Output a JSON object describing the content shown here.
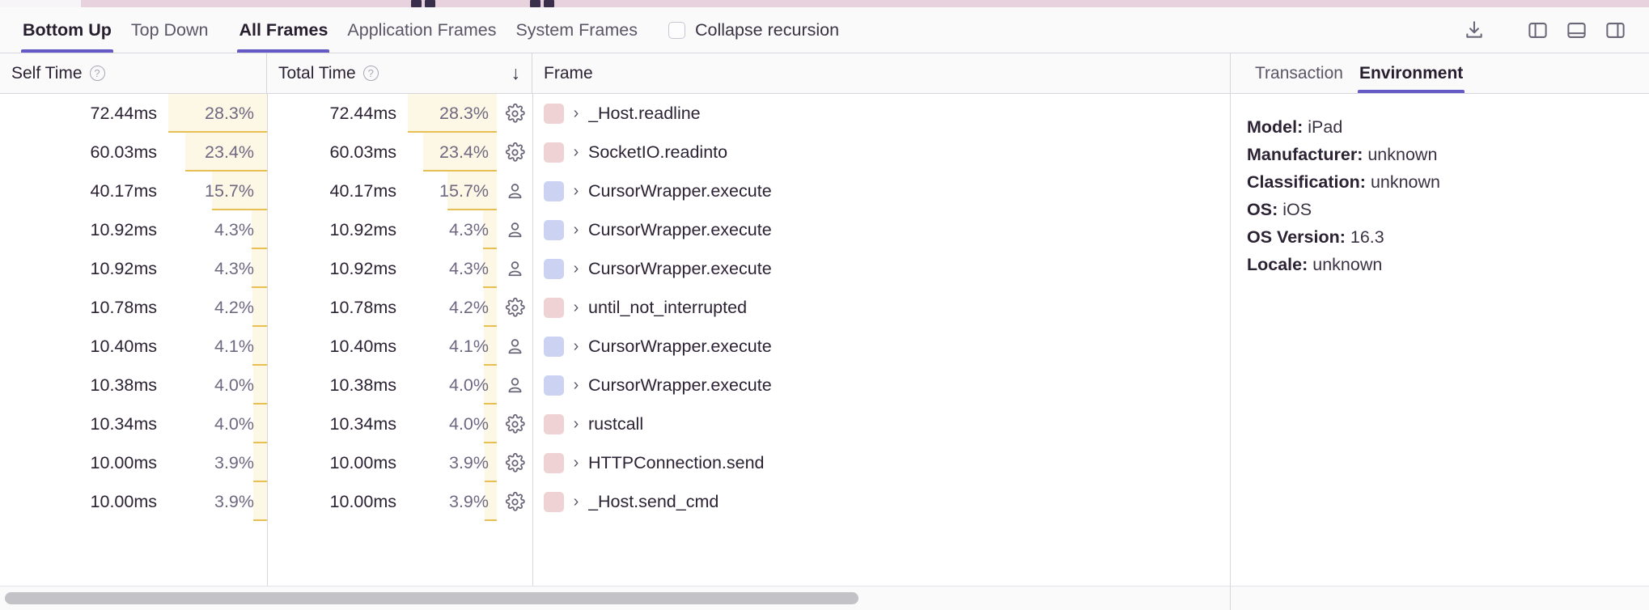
{
  "toolbar": {
    "tabs_view": [
      {
        "label": "Bottom Up",
        "active": true
      },
      {
        "label": "Top Down",
        "active": false
      }
    ],
    "tabs_scope": [
      {
        "label": "All Frames",
        "active": true
      },
      {
        "label": "Application Frames",
        "active": false
      },
      {
        "label": "System Frames",
        "active": false
      }
    ],
    "collapse_recursion": {
      "label": "Collapse recursion",
      "checked": false
    },
    "icons": [
      {
        "name": "download-icon"
      },
      {
        "name": "panel-left-icon"
      },
      {
        "name": "panel-bottom-icon"
      },
      {
        "name": "panel-right-icon"
      }
    ]
  },
  "table": {
    "columns": [
      {
        "key": "self_time",
        "label": "Self Time",
        "has_help": true,
        "sorted": false
      },
      {
        "key": "total_time",
        "label": "Total Time",
        "has_help": true,
        "sorted": true,
        "sort_dir": "↓"
      },
      {
        "key": "frame",
        "label": "Frame",
        "has_help": false,
        "sorted": false
      }
    ],
    "rows": [
      {
        "self_time": "72.44ms",
        "self_pct": "28.3%",
        "self_pct_value": 28.3,
        "total_time": "72.44ms",
        "total_pct": "28.3%",
        "total_pct_value": 28.3,
        "kind": "system",
        "kind_icon": "gear-icon",
        "swatch": "#eed2d4",
        "frame": "_Host.readline"
      },
      {
        "self_time": "60.03ms",
        "self_pct": "23.4%",
        "self_pct_value": 23.4,
        "total_time": "60.03ms",
        "total_pct": "23.4%",
        "total_pct_value": 23.4,
        "kind": "system",
        "kind_icon": "gear-icon",
        "swatch": "#eed2d4",
        "frame": "SocketIO.readinto"
      },
      {
        "self_time": "40.17ms",
        "self_pct": "15.7%",
        "self_pct_value": 15.7,
        "total_time": "40.17ms",
        "total_pct": "15.7%",
        "total_pct_value": 15.7,
        "kind": "application",
        "kind_icon": "person-icon",
        "swatch": "#ccd3f2",
        "frame": "CursorWrapper.execute"
      },
      {
        "self_time": "10.92ms",
        "self_pct": "4.3%",
        "self_pct_value": 4.3,
        "total_time": "10.92ms",
        "total_pct": "4.3%",
        "total_pct_value": 4.3,
        "kind": "application",
        "kind_icon": "person-icon",
        "swatch": "#ccd3f2",
        "frame": "CursorWrapper.execute"
      },
      {
        "self_time": "10.92ms",
        "self_pct": "4.3%",
        "self_pct_value": 4.3,
        "total_time": "10.92ms",
        "total_pct": "4.3%",
        "total_pct_value": 4.3,
        "kind": "application",
        "kind_icon": "person-icon",
        "swatch": "#ccd3f2",
        "frame": "CursorWrapper.execute"
      },
      {
        "self_time": "10.78ms",
        "self_pct": "4.2%",
        "self_pct_value": 4.2,
        "total_time": "10.78ms",
        "total_pct": "4.2%",
        "total_pct_value": 4.2,
        "kind": "system",
        "kind_icon": "gear-icon",
        "swatch": "#eed2d4",
        "frame": "until_not_interrupted"
      },
      {
        "self_time": "10.40ms",
        "self_pct": "4.1%",
        "self_pct_value": 4.1,
        "total_time": "10.40ms",
        "total_pct": "4.1%",
        "total_pct_value": 4.1,
        "kind": "application",
        "kind_icon": "person-icon",
        "swatch": "#ccd3f2",
        "frame": "CursorWrapper.execute"
      },
      {
        "self_time": "10.38ms",
        "self_pct": "4.0%",
        "self_pct_value": 4.0,
        "total_time": "10.38ms",
        "total_pct": "4.0%",
        "total_pct_value": 4.0,
        "kind": "application",
        "kind_icon": "person-icon",
        "swatch": "#ccd3f2",
        "frame": "CursorWrapper.execute"
      },
      {
        "self_time": "10.34ms",
        "self_pct": "4.0%",
        "self_pct_value": 4.0,
        "total_time": "10.34ms",
        "total_pct": "4.0%",
        "total_pct_value": 4.0,
        "kind": "system",
        "kind_icon": "gear-icon",
        "swatch": "#eed2d4",
        "frame": "rustcall"
      },
      {
        "self_time": "10.00ms",
        "self_pct": "3.9%",
        "self_pct_value": 3.9,
        "total_time": "10.00ms",
        "total_pct": "3.9%",
        "total_pct_value": 3.9,
        "kind": "system",
        "kind_icon": "gear-icon",
        "swatch": "#eed2d4",
        "frame": "HTTPConnection.send"
      },
      {
        "self_time": "10.00ms",
        "self_pct": "3.9%",
        "self_pct_value": 3.9,
        "total_time": "10.00ms",
        "total_pct": "3.9%",
        "total_pct_value": 3.9,
        "kind": "system",
        "kind_icon": "gear-icon",
        "swatch": "#eed2d4",
        "frame": "_Host.send_cmd"
      }
    ]
  },
  "side_panel": {
    "tabs": [
      {
        "label": "Transaction",
        "active": false
      },
      {
        "label": "Environment",
        "active": true
      }
    ],
    "environment": [
      {
        "key": "Model:",
        "value": "iPad"
      },
      {
        "key": "Manufacturer:",
        "value": "unknown"
      },
      {
        "key": "Classification:",
        "value": "unknown"
      },
      {
        "key": "OS:",
        "value": "iOS"
      },
      {
        "key": "OS Version:",
        "value": "16.3"
      },
      {
        "key": "Locale:",
        "value": "unknown"
      }
    ]
  },
  "colors": {
    "accent": "#6559c5",
    "pct_fill": "#fdf8e6",
    "pct_bar": "#e8bf52",
    "swatch_system": "#eed2d4",
    "swatch_application": "#ccd3f2"
  }
}
